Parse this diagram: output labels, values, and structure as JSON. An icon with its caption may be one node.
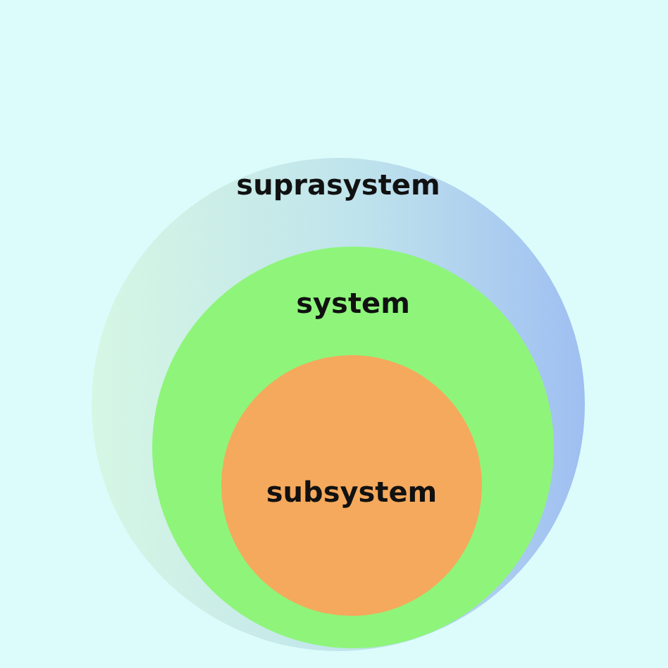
{
  "diagram": {
    "nodes": [
      {
        "text": [
          "suprasystem"
        ]
      },
      {
        "text": [
          "system"
        ],
        "in": 0
      },
      {
        "text": [
          "subsystem"
        ],
        "in": 1
      }
    ]
  }
}
